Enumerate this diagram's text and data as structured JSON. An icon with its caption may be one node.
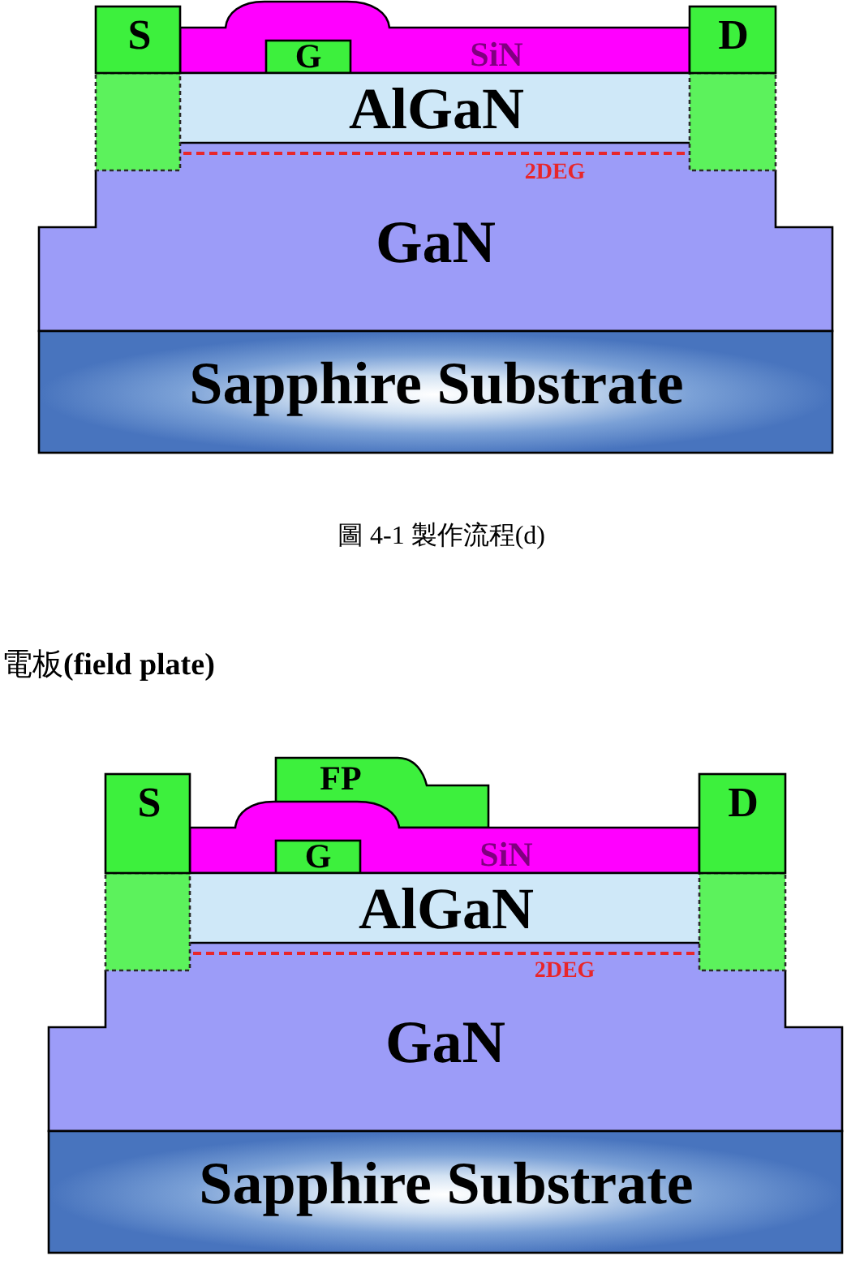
{
  "diagram": {
    "caption": "圖 4-1 製作流程(d)",
    "nodes": [
      {
        "text": [
          "S"
        ]
      },
      {
        "text": [
          "SiN"
        ]
      },
      {
        "text": [
          "G"
        ],
        "in": 1
      },
      {
        "text": [
          "D"
        ]
      },
      {
        "text": [
          "AlGaN"
        ]
      },
      {
        "text": [
          "GaN"
        ]
      },
      {
        "text": [
          "Sapphire Substrate"
        ]
      },
      {
        "text": [
          "S"
        ]
      },
      {
        "text": [
          "FP"
        ]
      },
      {
        "text": [
          "SiN"
        ]
      },
      {
        "text": [
          "G"
        ],
        "in": 9
      },
      {
        "text": [
          "D"
        ]
      },
      {
        "text": [
          "AlGaN"
        ]
      },
      {
        "text": [
          "GaN"
        ]
      },
      {
        "text": [
          "Sapphire Substrate"
        ]
      }
    ],
    "labels": [
      "2DEG",
      "電板**(field plate)**",
      "2DEG"
    ]
  }
}
